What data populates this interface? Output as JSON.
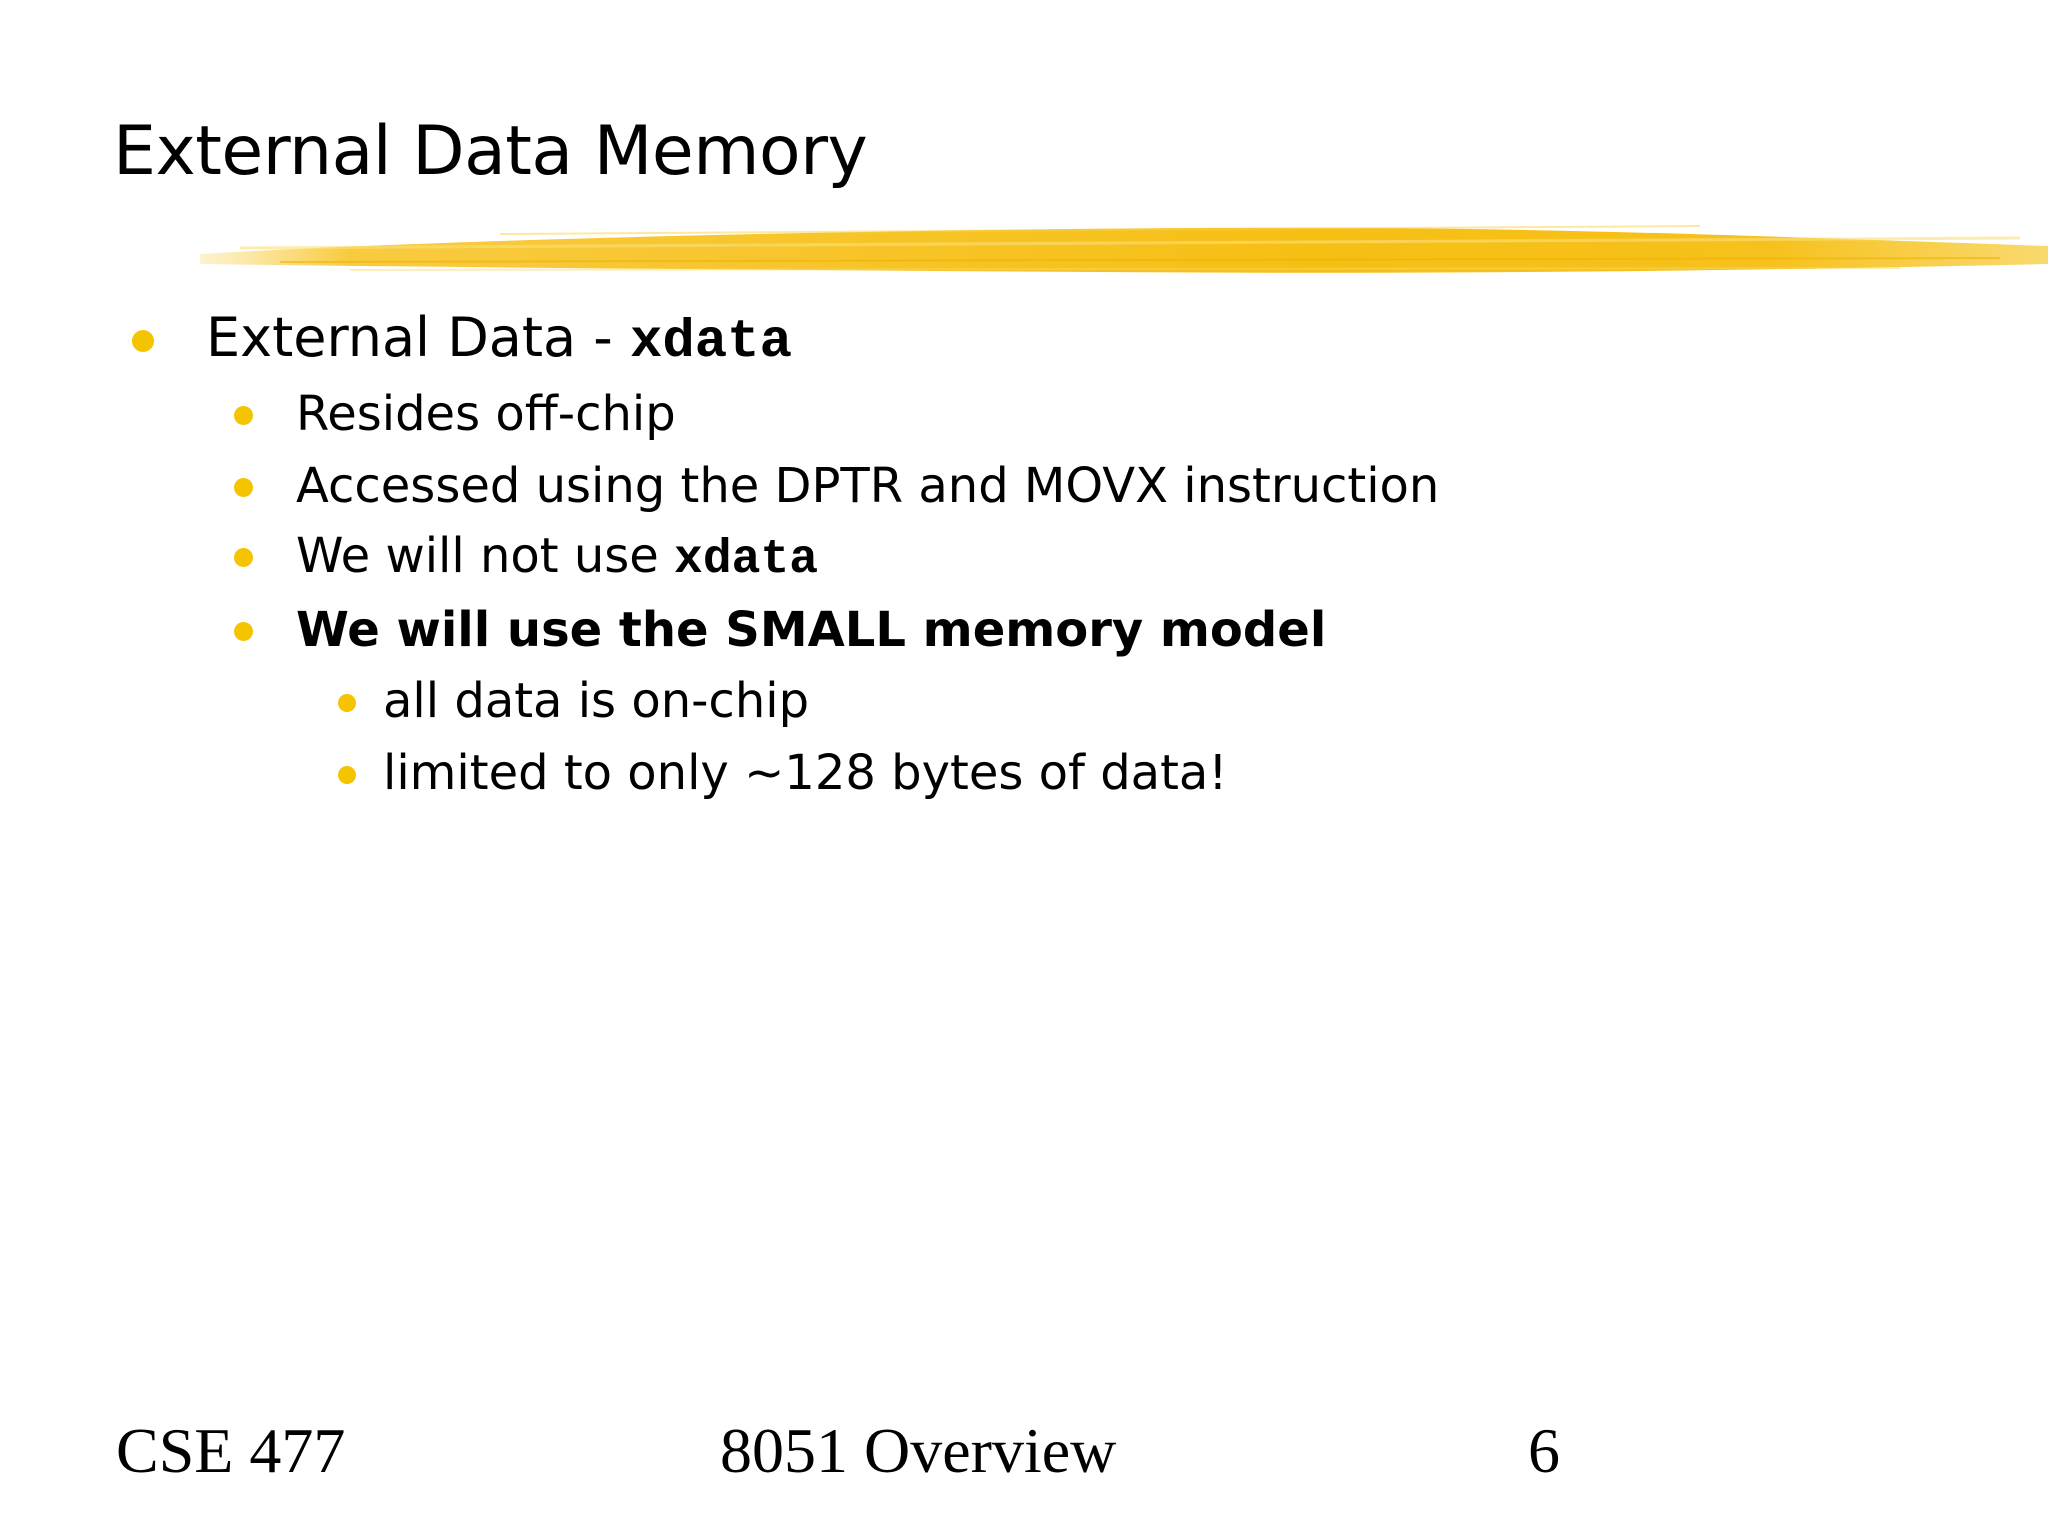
{
  "slide": {
    "title": "External Data Memory",
    "bullets": [
      {
        "prefix": "External Data - ",
        "code": "xdata"
      },
      {
        "text": "Resides off-chip"
      },
      {
        "text": "Accessed using the DPTR and MOVX instruction"
      },
      {
        "prefix": "We will not use ",
        "code": "xdata"
      },
      {
        "text": "We will use the SMALL memory model"
      },
      {
        "text": "all data is on-chip"
      },
      {
        "text": "limited to only ~128 bytes of data!"
      }
    ]
  },
  "footer": {
    "course": "CSE 477",
    "topic": "8051 Overview",
    "page": "6"
  },
  "colors": {
    "accent": "#f5c400",
    "brush": "#f7c21a"
  }
}
